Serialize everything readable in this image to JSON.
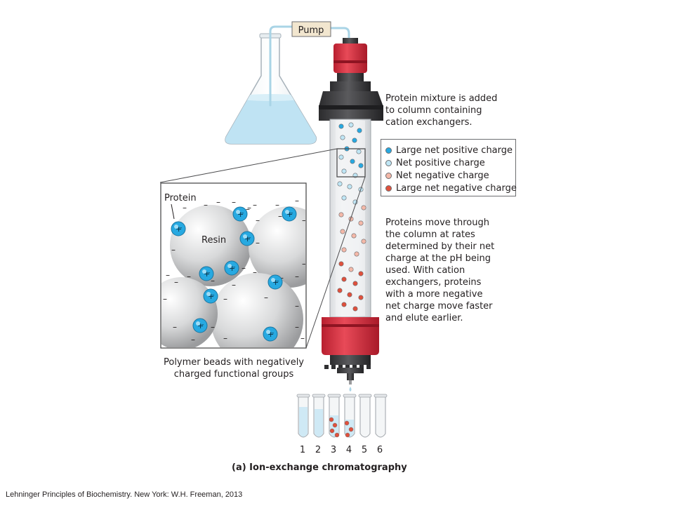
{
  "labels": {
    "pump": "Pump",
    "protein": "Protein",
    "resin": "Resin",
    "beads_line1": "Polymer beads with negatively",
    "beads_line2": "charged functional groups"
  },
  "description_top": [
    "Protein mixture is added",
    "to column containing",
    "cation exchangers."
  ],
  "legend": [
    {
      "label": "Large net positive charge",
      "color": "#27a9e1"
    },
    {
      "label": "Net positive charge",
      "color": "#bfe6f5"
    },
    {
      "label": "Net negative charge",
      "color": "#f4b8a8"
    },
    {
      "label": "Large net negative charge",
      "color": "#e0503c"
    }
  ],
  "description_bottom": [
    "Proteins move through",
    "the column at rates",
    "determined by their net",
    "charge at the pH being",
    "used. With cation",
    "exchangers, proteins",
    "with a more negative",
    "net charge move faster",
    "and elute earlier."
  ],
  "tube_numbers": [
    "1",
    "2",
    "3",
    "4",
    "5",
    "6"
  ],
  "caption": "(a) Ion-exchange chromatography",
  "credit": "Lehninger Principles of Biochemistry. New York: W.H. Freeman,  2013",
  "colors": {
    "column_red": "#e2394a",
    "cap_dark": "#3a3a3c",
    "liquid_blue": "#bfe3f3"
  }
}
